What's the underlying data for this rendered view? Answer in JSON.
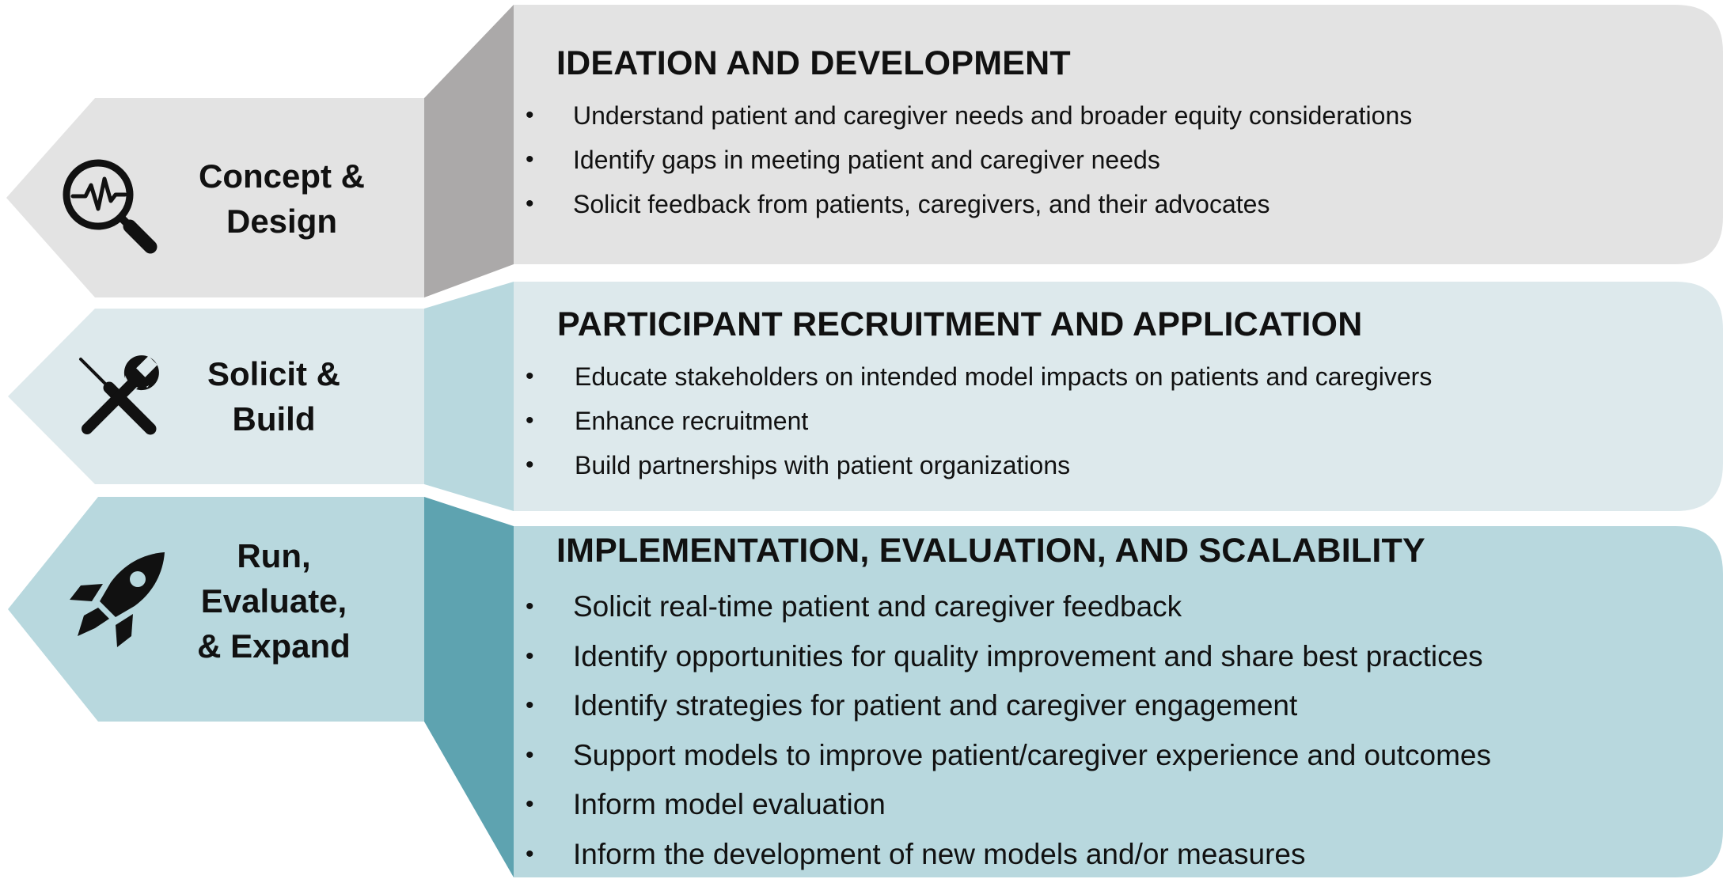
{
  "colors": {
    "stage1_bg": "#e3e3e3",
    "stage1_connector": "#aba9a9",
    "stage2_bg": "#dde9ec",
    "stage2_connector": "#b8d8de",
    "stage3_bg": "#b8d8de",
    "stage3_connector": "#5ea3b0",
    "text": "#111111"
  },
  "stages": [
    {
      "icon": "magnifier-pulse-icon",
      "label_lines": [
        "Concept &",
        "Design"
      ],
      "title": "IDEATION AND DEVELOPMENT",
      "bullets": [
        "Understand patient and caregiver needs and broader equity considerations",
        "Identify gaps in meeting patient and caregiver needs",
        "Solicit feedback from patients, caregivers, and their advocates"
      ]
    },
    {
      "icon": "wrench-screwdriver-icon",
      "label_lines": [
        "Solicit &",
        "Build"
      ],
      "title": "PARTICIPANT RECRUITMENT AND APPLICATION",
      "bullets": [
        "Educate stakeholders on intended model impacts on patients and caregivers",
        "Enhance recruitment",
        "Build partnerships with patient organizations"
      ]
    },
    {
      "icon": "rocket-icon",
      "label_lines": [
        "Run,",
        "Evaluate,",
        "& Expand"
      ],
      "title": "IMPLEMENTATION, EVALUATION, AND SCALABILITY",
      "bullets": [
        "Solicit real-time patient and caregiver feedback",
        "Identify opportunities for quality improvement and share best practices",
        "Identify strategies for patient and caregiver engagement",
        "Support models to improve patient/caregiver experience and outcomes",
        "Inform model evaluation",
        "Inform the development of new models and/or measures"
      ]
    }
  ],
  "bullet_symbol": "•"
}
